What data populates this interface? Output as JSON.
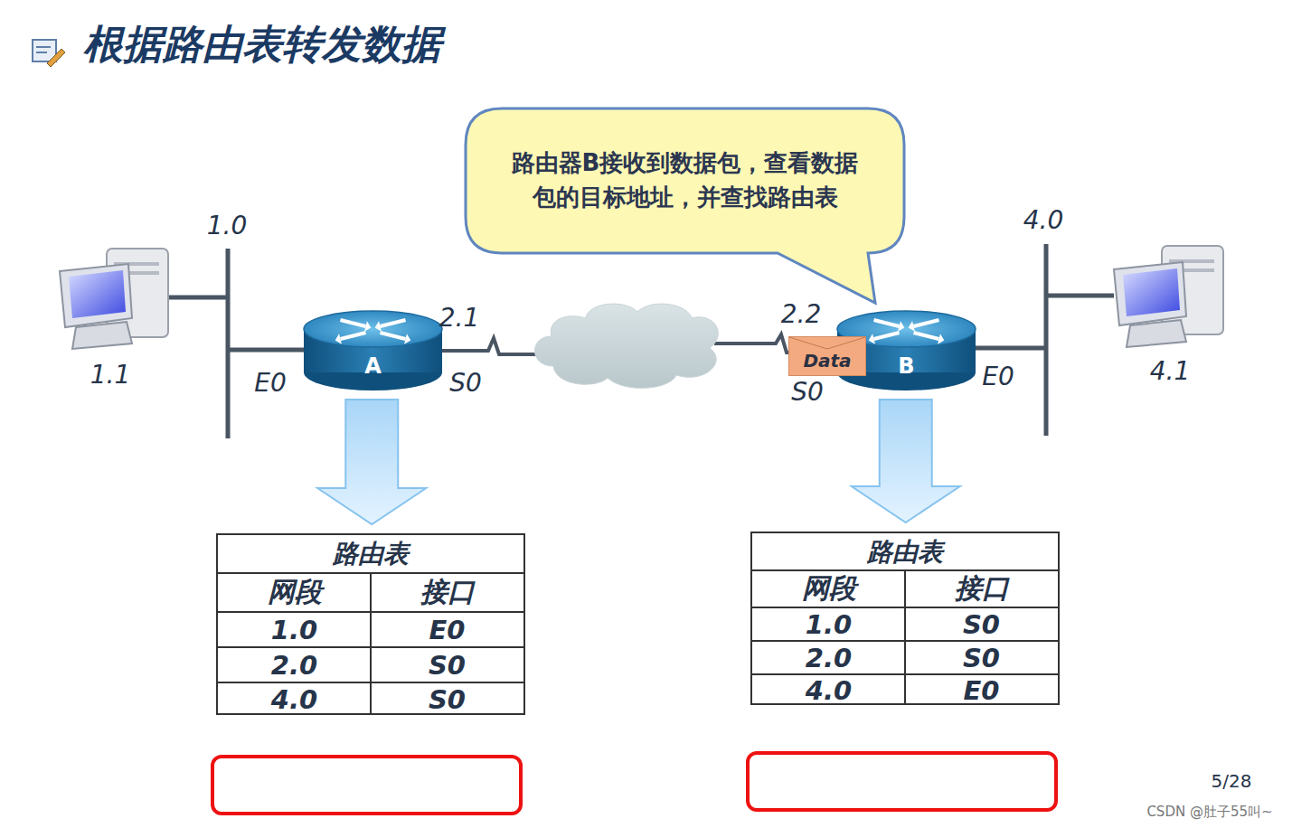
{
  "diagram": {
    "title": "根据路由表转发数据",
    "nodes": [
      {
        "text": [
          "路由器B接收到数据包，查看数据包的目标地址，并查找路由表"
        ]
      },
      {
        "text": [
          "A"
        ]
      },
      {
        "text": [
          "Data"
        ]
      },
      {
        "text": [
          "B"
        ]
      },
      {
        "text": [
          "路由表",
          "网段",
          "接口",
          "1.0",
          "E0",
          "2.0",
          "S0",
          "4.0",
          "S0"
        ]
      },
      {
        "text": [
          "路由表",
          "网段",
          "接口",
          "1.0",
          "S0",
          "2.0",
          "S0",
          "4.0",
          "E0"
        ]
      }
    ],
    "edges": [
      {
        "from": 1,
        "to": 4,
        "arrow": "to"
      },
      {
        "from": 3,
        "to": 5,
        "arrow": "to"
      }
    ],
    "labels": [
      "1.0",
      "2.1",
      "2.2",
      "4.0",
      "1.1",
      "E0",
      "S0",
      "S0",
      "E0",
      "4.1",
      "5/28",
      "CSDN @肚子55叫~"
    ]
  }
}
